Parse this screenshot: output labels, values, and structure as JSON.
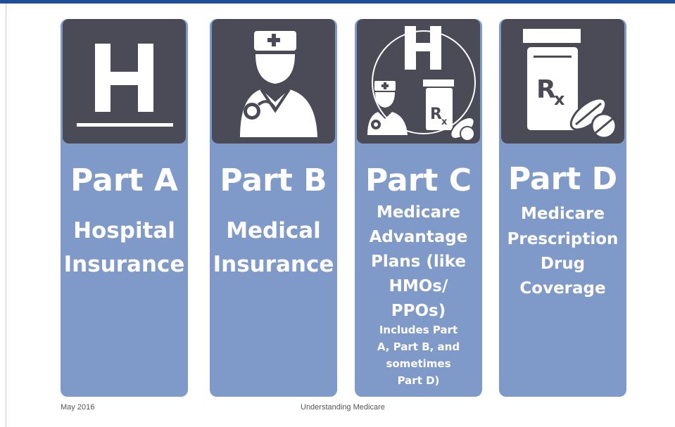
{
  "slide": {
    "cards": [
      {
        "title": "Part A",
        "lines": [
          "Hospital",
          "Insurance"
        ],
        "icon": "hospital-h-icon"
      },
      {
        "title": "Part B",
        "lines": [
          "Medical",
          "Insurance"
        ],
        "icon": "doctor-icon"
      },
      {
        "title": "Part C",
        "lines": [
          "Medicare",
          "Advantage",
          "Plans (like",
          "HMOs/",
          "PPOs)"
        ],
        "note": [
          "Includes Part",
          "A, Part B, and",
          "sometimes",
          "Part D)"
        ],
        "icon": "combined-care-icon"
      },
      {
        "title": "Part D",
        "lines": [
          "Medicare",
          "Prescription",
          "Drug",
          "Coverage"
        ],
        "icon": "prescription-icon"
      }
    ],
    "colors": {
      "card": "#7f99c8",
      "icon_panel": "#4b4a57",
      "top_bar": "#1f4f9a"
    }
  },
  "footer": {
    "date": "May 2016",
    "title": "Understanding Medicare"
  }
}
